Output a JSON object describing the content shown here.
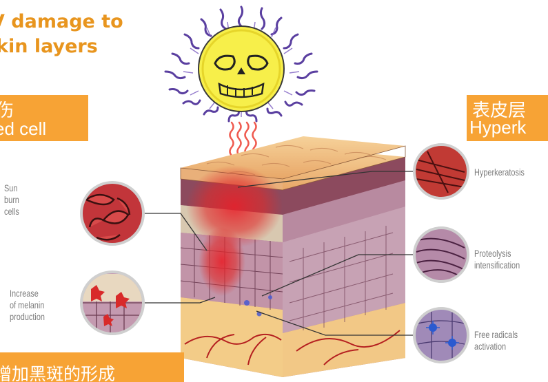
{
  "title": {
    "line1": "V damage to",
    "line2": "kin layers"
  },
  "box_left": {
    "line1": "伤",
    "line2": "ed cell"
  },
  "box_right": {
    "line1": "表皮层",
    "line2": "Hyperk"
  },
  "box_bottom": {
    "text": "增加黑斑的形成"
  },
  "labels": {
    "sunburn": [
      "Sun",
      "burn",
      "cells"
    ],
    "melanin": [
      "Increase",
      "of melanin",
      "production"
    ],
    "hyperkeratosis": [
      "Hyperkeratosis"
    ],
    "proteolysis": [
      "Proteolysis",
      "intensification"
    ],
    "free_radicals": [
      "Free radicals",
      "activation"
    ]
  },
  "icons": [
    "sun-skull-icon",
    "heat-waves-icon",
    "skin-cross-section-illustration",
    "sunburn-cells-magnifier",
    "melanin-magnifier",
    "hyperkeratosis-magnifier",
    "proteolysis-magnifier",
    "free-radicals-magnifier"
  ],
  "colors": {
    "accent": "#f7a335",
    "title": "#e8951e",
    "label": "#7d7d7d",
    "sun": "#f7ef4a",
    "sun_rays": "#5a3fa0",
    "heat": "#ef5a4f"
  }
}
